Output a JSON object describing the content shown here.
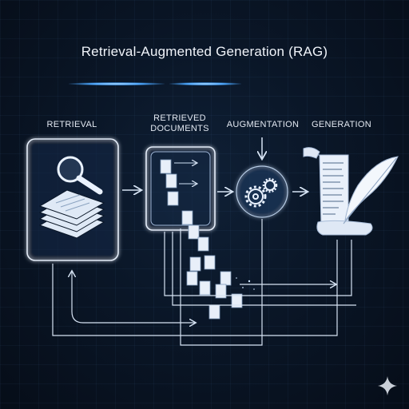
{
  "title": "Retrieval-Augmented Generation (RAG)",
  "stages": {
    "retrieval": "RETRIEVAL",
    "retrieved_line1": "RETRIEVED",
    "retrieved_line2": "DOCUMENTS",
    "augmentation": "AUGMENTATION",
    "generation": "GENERATION"
  },
  "icons": {
    "retrieval": [
      "magnifier-icon",
      "document-stack-icon"
    ],
    "retrieved": "document-icon",
    "augmentation": "gears-icon",
    "generation": [
      "scroll-icon",
      "quill-icon"
    ],
    "corner": "sparkle-icon"
  },
  "colors": {
    "background": "#0a1627",
    "line": "#d6e3f3",
    "glow": "#4aa6ff"
  }
}
